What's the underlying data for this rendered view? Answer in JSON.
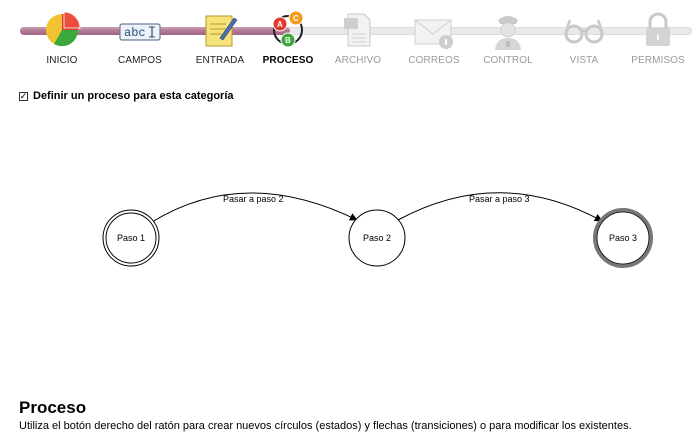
{
  "wizard": {
    "steps": [
      {
        "label": "INICIO",
        "icon": "pie-chart-icon",
        "state": "done"
      },
      {
        "label": "CAMPOS",
        "icon": "text-field-icon",
        "state": "done"
      },
      {
        "label": "ENTRADA",
        "icon": "edit-form-icon",
        "state": "done"
      },
      {
        "label": "PROCESO",
        "icon": "process-abc-icon",
        "state": "active"
      },
      {
        "label": "ARCHIVO",
        "icon": "word-document-icon",
        "state": "disabled"
      },
      {
        "label": "CORREOS",
        "icon": "envelope-icon",
        "state": "disabled"
      },
      {
        "label": "CONTROL",
        "icon": "officer-icon",
        "state": "disabled"
      },
      {
        "label": "VISTA",
        "icon": "glasses-icon",
        "state": "disabled"
      },
      {
        "label": "PERMISOS",
        "icon": "padlock-icon",
        "state": "disabled"
      }
    ],
    "process_icon_letters": [
      "A",
      "C",
      "B"
    ],
    "campos_icon_text": "abc"
  },
  "define_process": {
    "checked": true,
    "label": "Definir un proceso para esta categoría"
  },
  "process_diagram": {
    "states": [
      {
        "label": "Paso 1",
        "kind": "initial"
      },
      {
        "label": "Paso 2",
        "kind": "normal"
      },
      {
        "label": "Paso 3",
        "kind": "final"
      }
    ],
    "transitions": [
      {
        "from": "Paso 1",
        "to": "Paso 2",
        "label": "Pasar a paso 2"
      },
      {
        "from": "Paso 2",
        "to": "Paso 3",
        "label": "Pasar a paso 3"
      }
    ]
  },
  "help": {
    "title": "Proceso",
    "description": "Utiliza el botón derecho del ratón para crear nuevos círculos (estados) y flechas (transiciones) o para modificar los existentes."
  },
  "colors": {
    "progress": "#b07893",
    "pie_red": "#e23b2e",
    "pie_green": "#3aa83a",
    "pie_yellow": "#f2c230",
    "disabled": "#9a9a9a"
  }
}
